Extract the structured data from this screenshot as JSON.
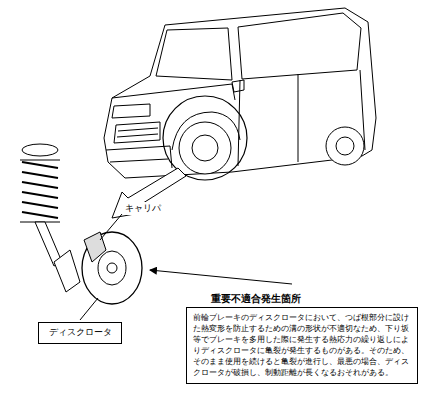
{
  "diagram": {
    "nodes": [
      {
        "text": [
          "ディスクロータ"
        ]
      },
      {
        "text": [
          "重要不適合発生箇所",
          "前輪ブレーキのディスクロータにおいて、つば根部分に設けた熱変形を防止するための溝の形状が不適切なため、下り坂等でブレーキを多用した際に発生する熱応力の繰り返しによりディスクロータに亀裂が発生するものがある。そのため、そのまま使用を続けると亀裂が進行し、最悪の場合、ディスクロータが破損し、制動距離が長くなるおそれがある。"
        ]
      }
    ],
    "edges": [],
    "labels": [
      "キャリパ"
    ]
  }
}
